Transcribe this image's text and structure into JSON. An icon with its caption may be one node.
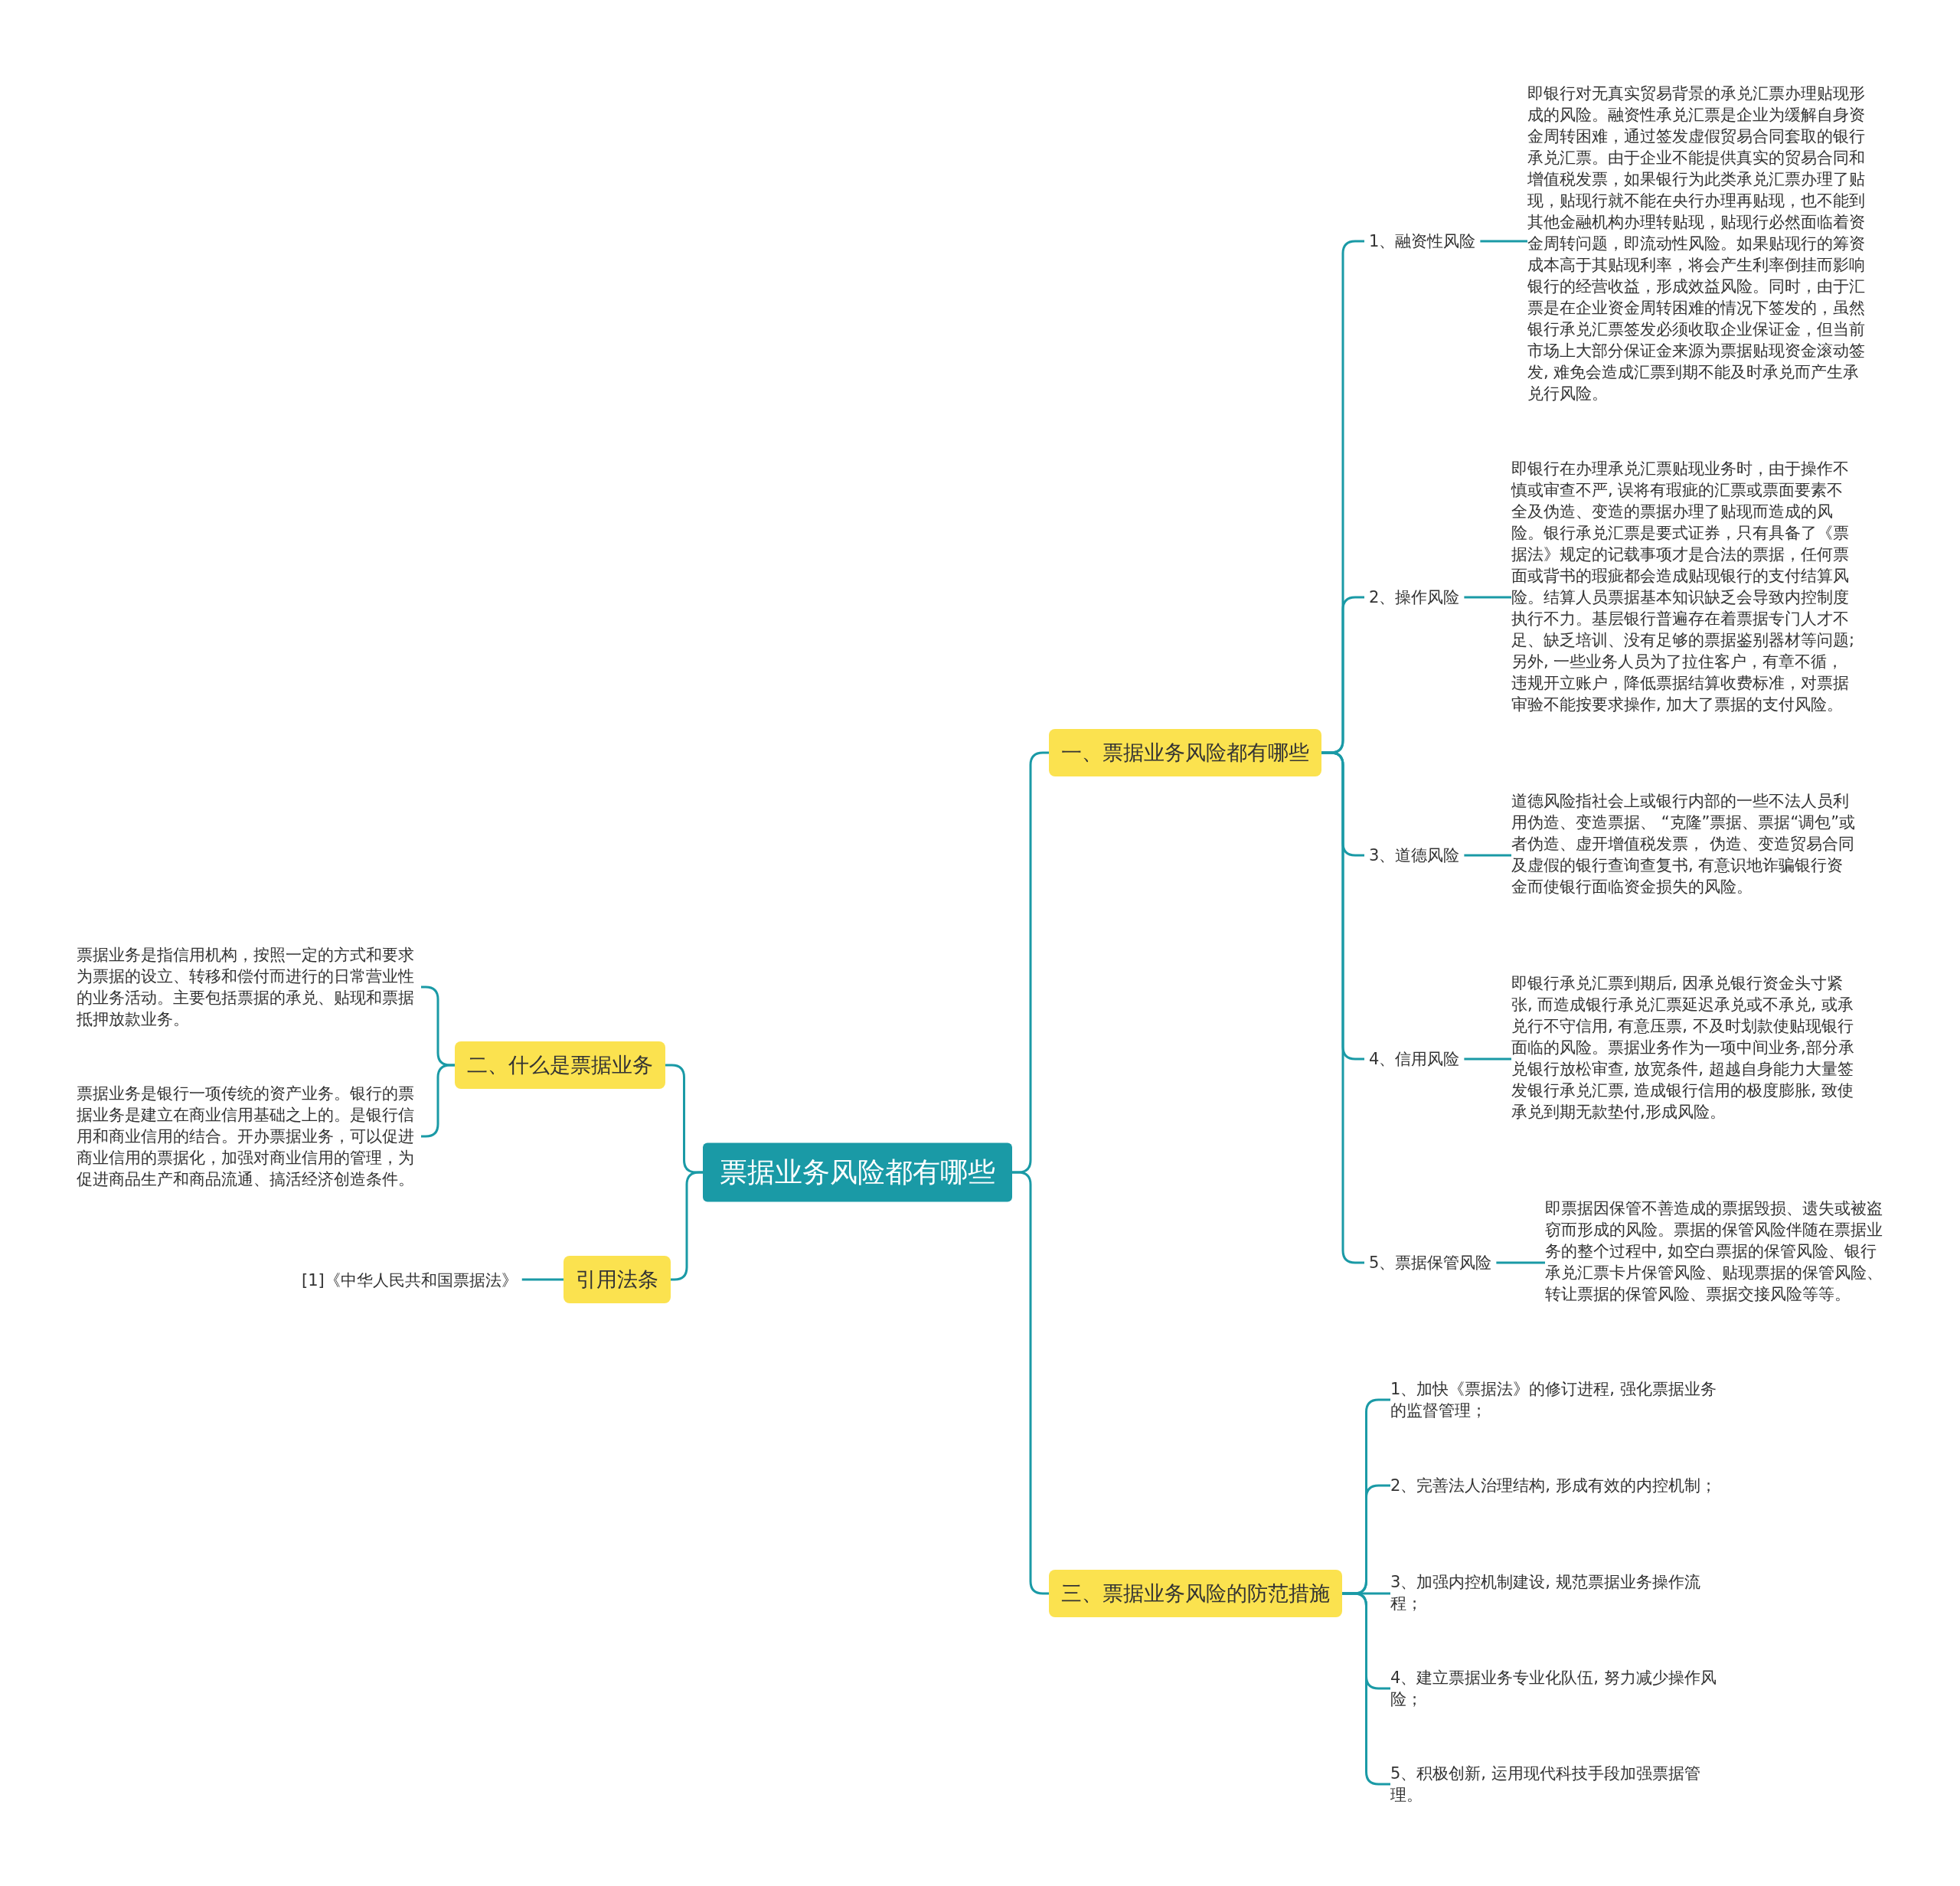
{
  "diagram": {
    "nodes": [
      {
        "text": [
          "票据业务风险都有哪些"
        ]
      },
      {
        "text": [
          "一、票据业务风险都有哪些"
        ]
      },
      {
        "text": [
          "1、融资性风险"
        ]
      },
      {
        "text": [
          "即银行对无真实贸易背景的承兑汇票办理贴现形成的风险。融资性承兑汇票是企业为缓解自身资金周转困难，通过签发虚假贸易合同套取的银行承兑汇票。由于企业不能提供真实的贸易合同和增值税发票，如果银行为此类承兑汇票办理了贴现，贴现行就不能在央行办理再贴现，也不能到其他金融机构办理转贴现，贴现行必然面临着资金周转问题，即流动性风险。如果贴现行的筹资成本高于其贴现利率，将会产生利率倒挂而影响银行的经营收益，形成效益风险。同时，由于汇票是在企业资金周转困难的情况下签发的，虽然银行承兑汇票签发必须收取企业保证金，但当前市场上大部分保证金来源为票据贴现资金滚动签发, 难免会造成汇票到期不能及时承兑而产生承兑行风险。"
        ]
      },
      {
        "text": [
          "2、操作风险"
        ]
      },
      {
        "text": [
          "即银行在办理承兑汇票贴现业务时，由于操作不慎或审查不严, 误将有瑕疵的汇票或票面要素不全及伪造、变造的票据办理了贴现而造成的风险。银行承兑汇票是要式证券，只有具备了《票据法》规定的记载事项才是合法的票据，任何票面或背书的瑕疵都会造成贴现银行的支付结算风险。结算人员票据基本知识缺乏会导致内控制度执行不力。基层银行普遍存在着票据专门人才不足、缺乏培训、没有足够的票据鉴别器材等问题; 另外, 一些业务人员为了拉住客户，有章不循，违规开立账户，降低票据结算收费标准，对票据审验不能按要求操作, 加大了票据的支付风险。"
        ]
      },
      {
        "text": [
          "3、道德风险"
        ]
      },
      {
        "text": [
          "道德风险指社会上或银行内部的一些不法人员利用伪造、变造票据、 “克隆”票据、票据“调包”或者伪造、虚开增值税发票， 伪造、变造贸易合同及虚假的银行查询查复书, 有意识地诈骗银行资金而使银行面临资金损失的风险。"
        ]
      },
      {
        "text": [
          "4、信用风险"
        ]
      },
      {
        "text": [
          "即银行承兑汇票到期后, 因承兑银行资金头寸紧张, 而造成银行承兑汇票延迟承兑或不承兑, 或承兑行不守信用, 有意压票, 不及时划款使贴现银行面临的风险。票据业务作为一项中间业务,部分承兑银行放松审查, 放宽条件, 超越自身能力大量签发银行承兑汇票, 造成银行信用的极度膨胀, 致使承兑到期无款垫付,形成风险。"
        ]
      },
      {
        "text": [
          "5、票据保管风险"
        ]
      },
      {
        "text": [
          "即票据因保管不善造成的票据毁损、遗失或被盗窃而形成的风险。票据的保管风险伴随在票据业务的整个过程中, 如空白票据的保管风险、银行承兑汇票卡片保管风险、贴现票据的保管风险、转让票据的保管风险、票据交接风险等等。"
        ]
      },
      {
        "text": [
          "三、票据业务风险的防范措施"
        ]
      },
      {
        "text": [
          "1、加快《票据法》的修订进程, 强化票据业务的监督管理；"
        ]
      },
      {
        "text": [
          "2、完善法人治理结构, 形成有效的内控机制；"
        ]
      },
      {
        "text": [
          "3、加强内控机制建设, 规范票据业务操作流程；"
        ]
      },
      {
        "text": [
          "4、建立票据业务专业化队伍, 努力减少操作风险；"
        ]
      },
      {
        "text": [
          "5、积极创新, 运用现代科技手段加强票据管理。"
        ]
      },
      {
        "text": [
          "二、什么是票据业务"
        ]
      },
      {
        "text": [
          "票据业务是指信用机构，按照一定的方式和要求为票据的设立、转移和偿付而进行的日常营业性的业务活动。主要包括票据的承兑、贴现和票据抵押放款业务。"
        ]
      },
      {
        "text": [
          "票据业务是银行一项传统的资产业务。银行的票据业务是建立在商业信用基础之上的。是银行信用和商业信用的结合。开办票据业务，可以促进商业信用的票据化，加强对商业信用的管理，为促进商品生产和商品流通、搞活经济创造条件。"
        ]
      },
      {
        "text": [
          "引用法条"
        ]
      },
      {
        "text": [
          "[1]《中华人民共和国票据法》"
        ]
      }
    ],
    "edges": [
      {
        "from": 0,
        "to": 1,
        "arrow": "none"
      },
      {
        "from": 1,
        "to": 2,
        "arrow": "none"
      },
      {
        "from": 2,
        "to": 3,
        "arrow": "none"
      },
      {
        "from": 1,
        "to": 4,
        "arrow": "none"
      },
      {
        "from": 4,
        "to": 5,
        "arrow": "none"
      },
      {
        "from": 1,
        "to": 6,
        "arrow": "none"
      },
      {
        "from": 6,
        "to": 7,
        "arrow": "none"
      },
      {
        "from": 1,
        "to": 8,
        "arrow": "none"
      },
      {
        "from": 8,
        "to": 9,
        "arrow": "none"
      },
      {
        "from": 1,
        "to": 10,
        "arrow": "none"
      },
      {
        "from": 10,
        "to": 11,
        "arrow": "none"
      },
      {
        "from": 0,
        "to": 12,
        "arrow": "none"
      },
      {
        "from": 12,
        "to": 13,
        "arrow": "none"
      },
      {
        "from": 12,
        "to": 14,
        "arrow": "none"
      },
      {
        "from": 12,
        "to": 15,
        "arrow": "none"
      },
      {
        "from": 12,
        "to": 16,
        "arrow": "none"
      },
      {
        "from": 12,
        "to": 17,
        "arrow": "none"
      },
      {
        "from": 0,
        "to": 18,
        "arrow": "none"
      },
      {
        "from": 18,
        "to": 19,
        "arrow": "none"
      },
      {
        "from": 18,
        "to": 20,
        "arrow": "none"
      },
      {
        "from": 0,
        "to": 21,
        "arrow": "none"
      },
      {
        "from": 21,
        "to": 22,
        "arrow": "none"
      }
    ]
  }
}
